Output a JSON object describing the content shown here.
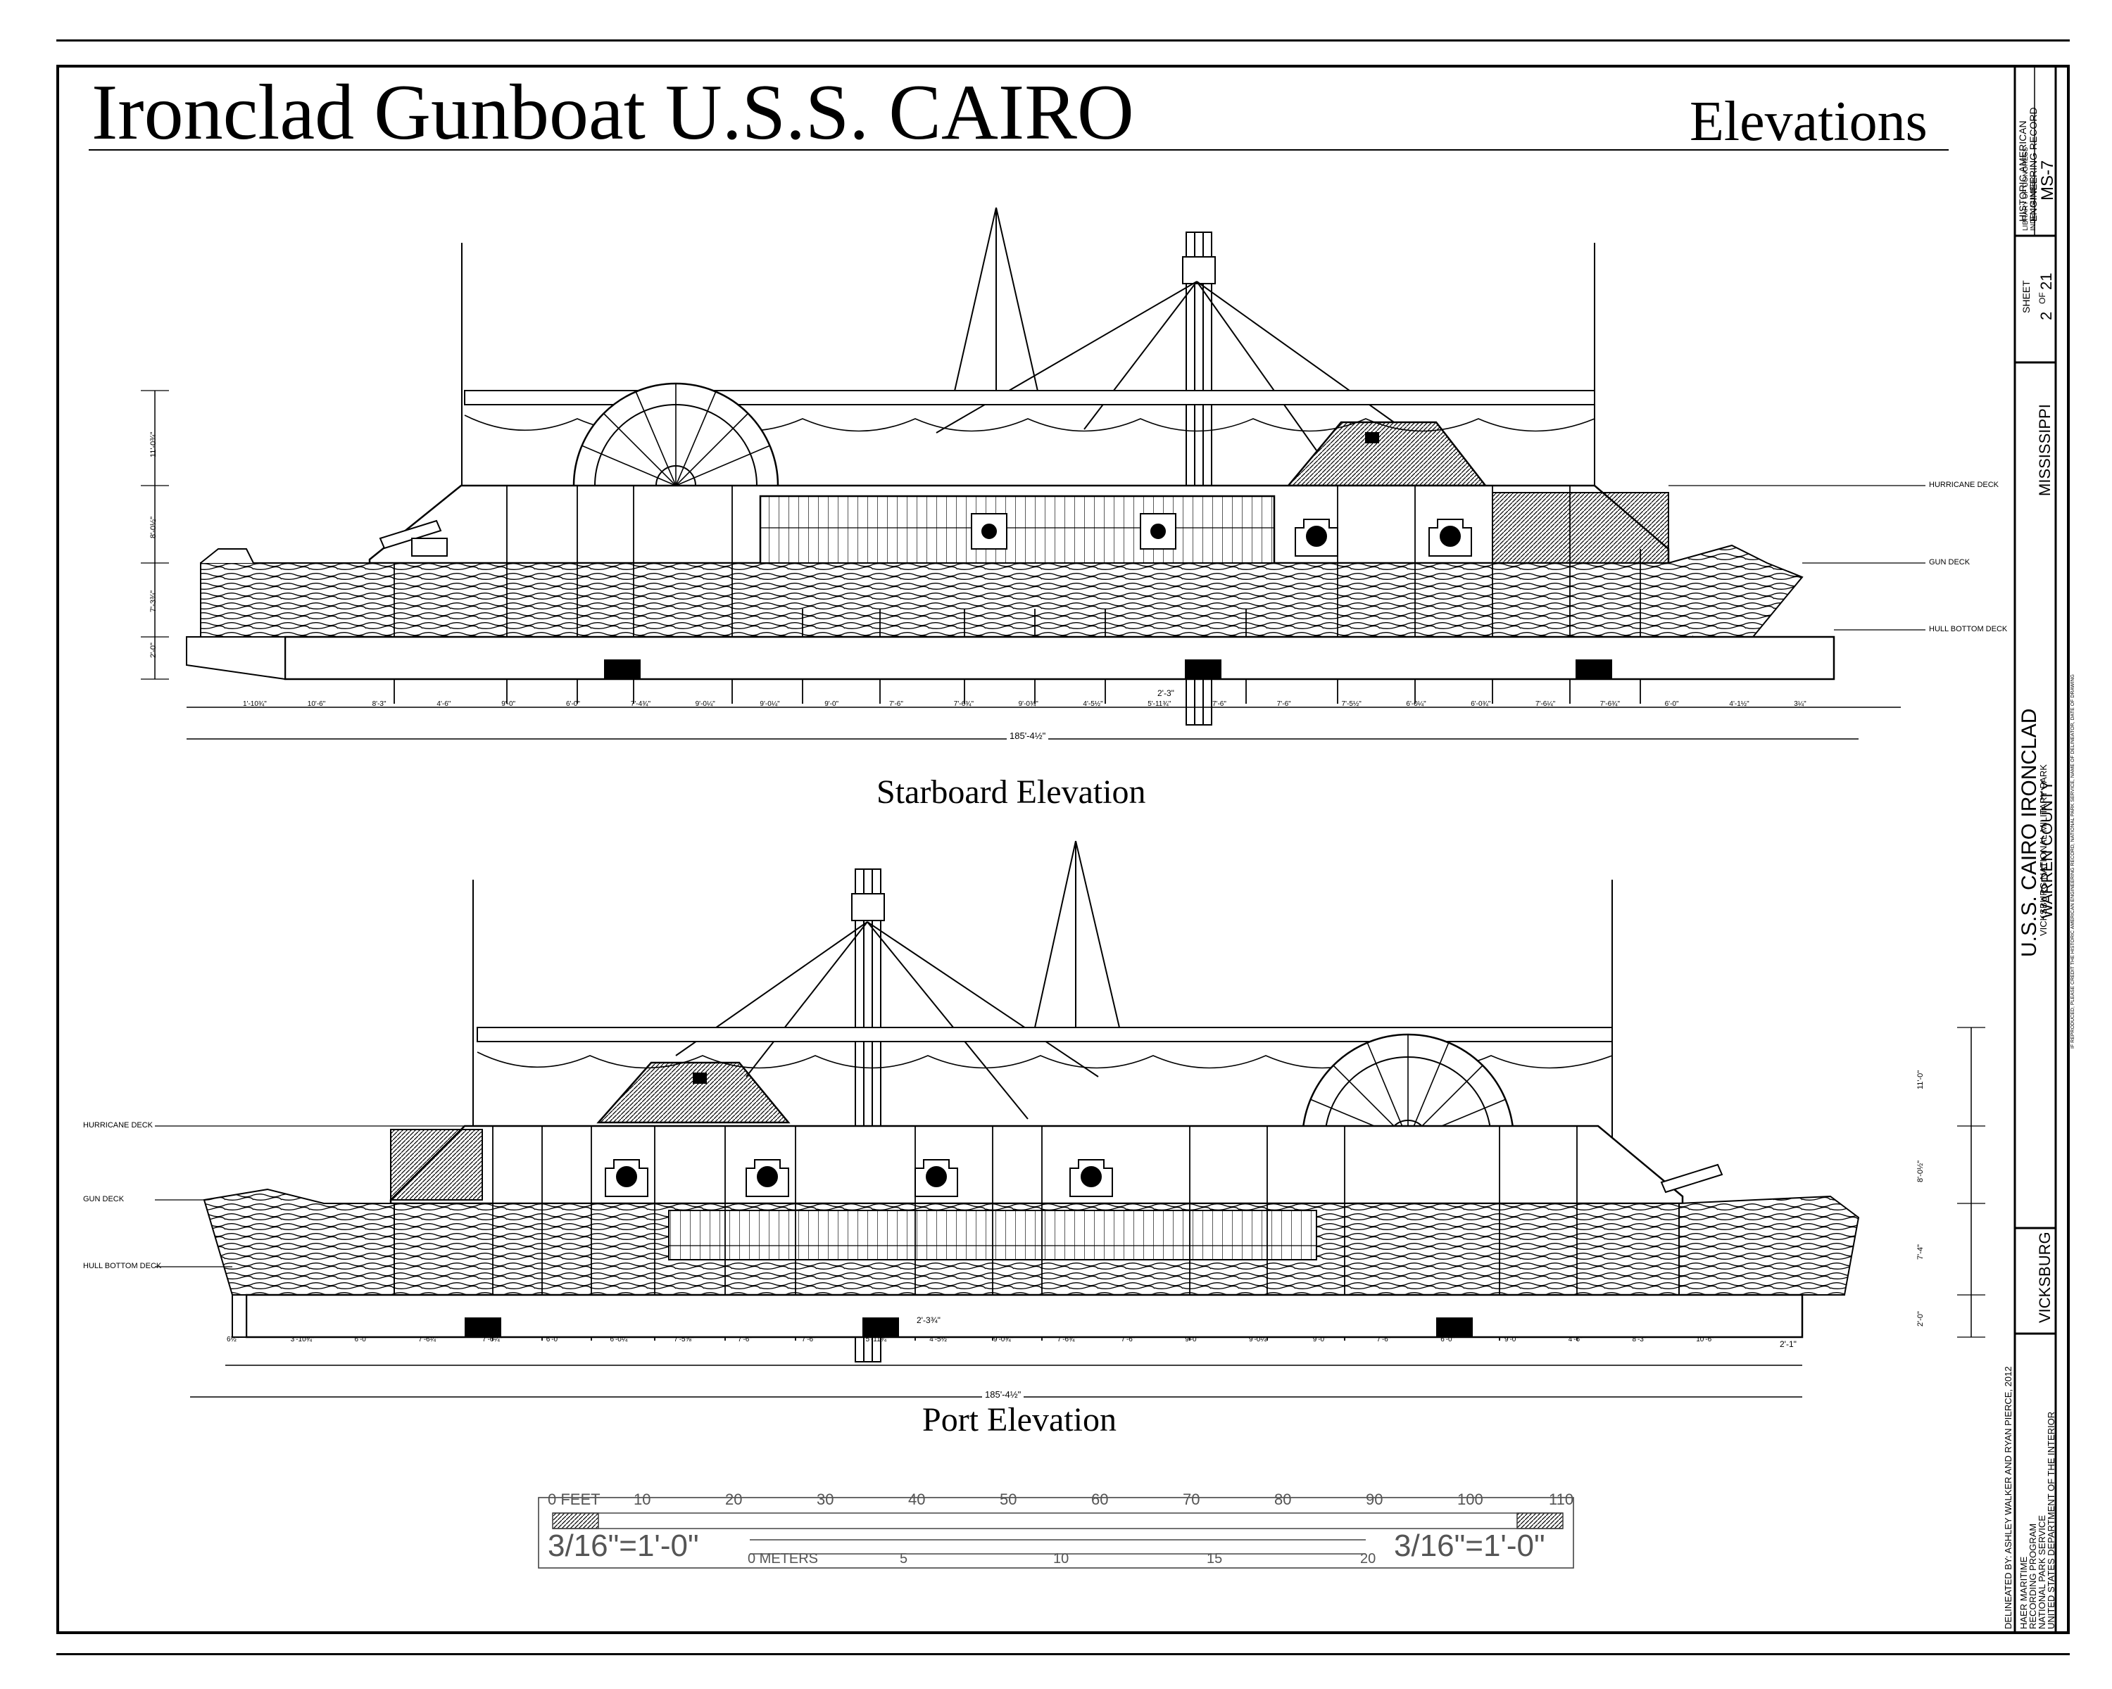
{
  "drawing": {
    "title": "Ironclad Gunboat U.S.S. CAIRO",
    "subtitle": "Elevations"
  },
  "starboard": {
    "caption": "Starboard Elevation",
    "deck_labels": [
      "HURRICANE DECK",
      "GUN DECK",
      "HULL BOTTOM DECK"
    ],
    "height_dims": [
      "11'-0¾\"",
      "8'-0½\"",
      "7'-3¾\"",
      "2'-0\""
    ],
    "bay_dims": [
      "1'-10¾\"",
      "10'-6\"",
      "8'-3\"",
      "4'-6\"",
      "9'-0\"",
      "6'-0\"",
      "7'-4¾\"",
      "9'-0¼\"",
      "9'-0¼\"",
      "9'-0\"",
      "7'-6\"",
      "7'-6¾\"",
      "9'-0¾\"",
      "4'-5½\"",
      "5'-11¾\"",
      "7'-6\"",
      "7'-6\"",
      "7'-5½\"",
      "6'-0¼\"",
      "6'-0¾\"",
      "7'-6¼\"",
      "7'-6¾\"",
      "6'-0\"",
      "4'-1½\"",
      "3¼\""
    ],
    "small_dim": "2'-3\"",
    "overall": "185'-4½\""
  },
  "port": {
    "caption": "Port Elevation",
    "deck_labels": [
      "HURRICANE DECK",
      "GUN DECK",
      "HULL BOTTOM DECK"
    ],
    "height_dims": [
      "11'-0\"",
      "8'-0½\"",
      "7'-4\"",
      "2'-0\""
    ],
    "bay_dims": [
      "6½\"",
      "3'-10¾\"",
      "6'-0\"",
      "7'-6¼\"",
      "7'-6¼\"",
      "6'-0\"",
      "6'-0¼\"",
      "7'-5⅝\"",
      "7'-6\"",
      "7'-6\"",
      "5'-11¾\"",
      "4'-5½\"",
      "9'-0¾\"",
      "7'-6¾\"",
      "7'-6\"",
      "9'-0\"",
      "9'-0¼\"",
      "9'-0\"",
      "7'-6\"",
      "6'-0\"",
      "9'-0\"",
      "4'-6\"",
      "8'-3\"",
      "10'-6\""
    ],
    "small_dim": "2'-3¾\"",
    "end_dim": "2'-1\"",
    "overall": "185'-4½\""
  },
  "scale_bar": {
    "feet_label": "0 FEET",
    "feet_ticks": [
      "10",
      "20",
      "30",
      "40",
      "50",
      "60",
      "70",
      "80",
      "90",
      "100",
      "110"
    ],
    "meters_label": "0 METERS",
    "meters_ticks": [
      "5",
      "10",
      "15",
      "20"
    ],
    "ratio": "3/16\"=1'-0\""
  },
  "title_block": {
    "library_note": "LIBRARY OF CONGRESS\nINDEX NUMBER",
    "record": "HISTORIC AMERICAN\nENGINEERING RECORD",
    "record_number": "MS-7",
    "sheet_label": "SHEET",
    "sheet_number": "2",
    "sheet_of": "OF",
    "sheet_total": "21",
    "state": "MISSISSIPPI",
    "repro_note": "IF REPRODUCED, PLEASE CREDIT THE HISTORIC AMERICAN ENGINEERING RECORD, NATIONAL PARK SERVICE, NAME OF DELINEATOR, DATE OF DRAWING",
    "project_title": "U.S.S. CAIRO IRONCLAD",
    "project_site": "VICKSBURG NATIONAL MILITARY PARK",
    "county": "WARREN COUNTY",
    "city": "VICKSBURG",
    "delineated": "DELINEATED BY: ASHLEY WALKER AND RYAN PIERCE, 2012",
    "agency": "HAER MARITIME\nRECORDING PROGRAM\nNATIONAL PARK SERVICE\nUNITED STATES DEPARTMENT OF THE INTERIOR"
  }
}
